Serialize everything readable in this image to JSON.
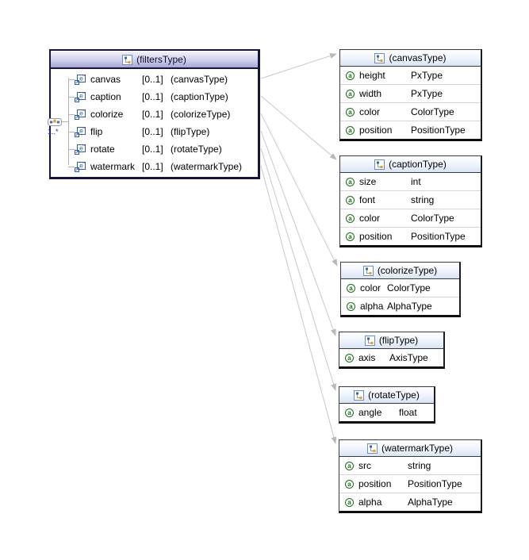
{
  "diagram": {
    "main_box": {
      "title": "(filtersType)",
      "occurrence_label": "1..*",
      "elements": [
        {
          "name": "canvas",
          "cardinality": "[0..1]",
          "type": "(canvasType)"
        },
        {
          "name": "caption",
          "cardinality": "[0..1]",
          "type": "(captionType)"
        },
        {
          "name": "colorize",
          "cardinality": "[0..1]",
          "type": "(colorizeType)"
        },
        {
          "name": "flip",
          "cardinality": "[0..1]",
          "type": "(flipType)"
        },
        {
          "name": "rotate",
          "cardinality": "[0..1]",
          "type": "(rotateType)"
        },
        {
          "name": "watermark",
          "cardinality": "[0..1]",
          "type": "(watermarkType)"
        }
      ]
    },
    "type_boxes": [
      {
        "title": "(canvasType)",
        "attributes": [
          {
            "name": "height",
            "type": "PxType"
          },
          {
            "name": "width",
            "type": "PxType"
          },
          {
            "name": "color",
            "type": "ColorType"
          },
          {
            "name": "position",
            "type": "PositionType"
          }
        ]
      },
      {
        "title": "(captionType)",
        "attributes": [
          {
            "name": "size",
            "type": "int"
          },
          {
            "name": "font",
            "type": "string"
          },
          {
            "name": "color",
            "type": "ColorType"
          },
          {
            "name": "position",
            "type": "PositionType"
          }
        ]
      },
      {
        "title": "(colorizeType)",
        "attributes": [
          {
            "name": "color",
            "type": "ColorType"
          },
          {
            "name": "alpha",
            "type": "AlphaType"
          }
        ]
      },
      {
        "title": "(flipType)",
        "attributes": [
          {
            "name": "axis",
            "type": "AxisType"
          }
        ]
      },
      {
        "title": "(rotateType)",
        "attributes": [
          {
            "name": "angle",
            "type": "float"
          }
        ]
      },
      {
        "title": "(watermarkType)",
        "attributes": [
          {
            "name": "src",
            "type": "string"
          },
          {
            "name": "position",
            "type": "PositionType"
          },
          {
            "name": "alpha",
            "type": "AlphaType"
          }
        ]
      }
    ],
    "edges": [
      {
        "from": "canvas",
        "to": "(canvasType)"
      },
      {
        "from": "caption",
        "to": "(captionType)"
      },
      {
        "from": "colorize",
        "to": "(colorizeType)"
      },
      {
        "from": "flip",
        "to": "(flipType)"
      },
      {
        "from": "rotate",
        "to": "(rotateType)"
      },
      {
        "from": "watermark",
        "to": "(watermarkType)"
      }
    ],
    "colors": {
      "main_header_gradient_top": "#f1f1fb",
      "main_header_gradient_bottom": "#a6a6d4",
      "main_border": "#14143c",
      "type_header_gradient_bottom": "#d8e4f6",
      "attribute_icon_green": "#1c6e1c",
      "occurrence_text_blue": "#2525c8",
      "connector_gray": "#c9c9c9"
    }
  }
}
